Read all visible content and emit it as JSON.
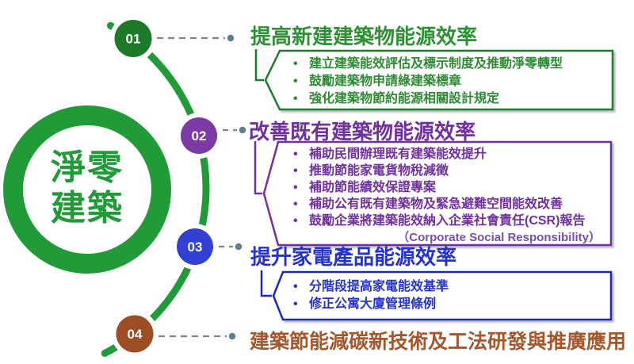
{
  "center": {
    "line1": "淨零",
    "line2": "建築"
  },
  "colors": {
    "arc_green": "#219a38",
    "step1_green": "#1d7a28",
    "step2_purple": "#7b3aa4",
    "step3_blue": "#3340d4",
    "step4_brown": "#9a4e22",
    "connector_gray": "#828282",
    "connector_dot": "#5e7d8d"
  },
  "sections": [
    {
      "num": "01",
      "title": "提高新建建築物能源效率",
      "bullets": [
        "建立建築能效評估及標示制度及推動淨零轉型",
        "鼓勵建築物申請綠建築標章",
        "強化建築物節約能源相關設計規定"
      ]
    },
    {
      "num": "02",
      "title": "改善既有建築物能源效率",
      "bullets": [
        "補助民間辦理既有建築能效提升",
        "推動節能家電貨物稅減徵",
        "補助節能績效保證專案",
        "補助公有既有建築物及緊急避難空間能效改善",
        "鼓勵企業將建築能效納入企業社會責任(CSR)報告"
      ],
      "subnote": "（Corporate Social Responsibility）"
    },
    {
      "num": "03",
      "title": "提升家電產品能源效率",
      "bullets": [
        "分階段提高家電能效基準",
        "修正公寓大廈管理條例"
      ]
    },
    {
      "num": "04",
      "title": "建築節能減碳新技術及工法研發與推廣應用",
      "bullets": []
    }
  ]
}
